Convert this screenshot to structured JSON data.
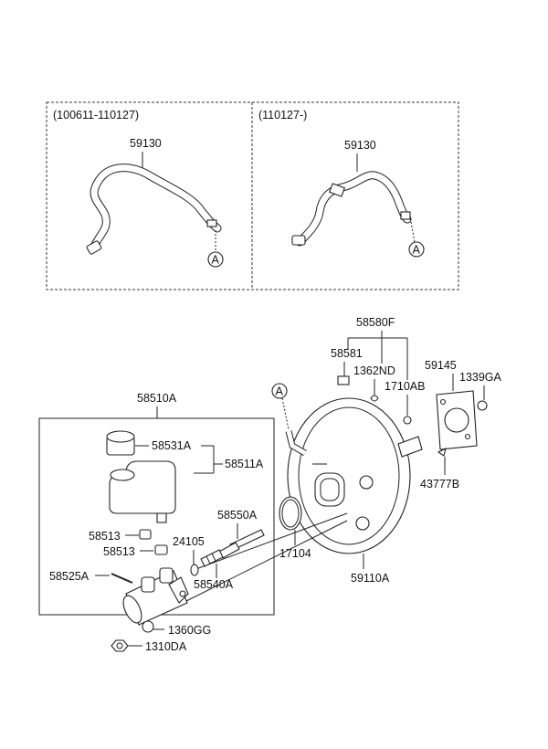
{
  "variants": [
    {
      "range": "(100611-110127)",
      "hose_part": "59130",
      "ref": "A"
    },
    {
      "range": "(110127-)",
      "hose_part": "59130",
      "ref": "A"
    }
  ],
  "booster": {
    "ref": "A",
    "assembly": "58580F",
    "p58581": "58581",
    "p1362ND": "1362ND",
    "p1710AB": "1710AB",
    "p59145": "59145",
    "p1339GA": "1339GA",
    "p43777B": "43777B",
    "p17104": "17104",
    "p59110A": "59110A"
  },
  "master_cylinder": {
    "assembly": "58510A",
    "p58531A": "58531A",
    "p58511A": "58511A",
    "p58513a": "58513",
    "p58513b": "58513",
    "p24105": "24105",
    "p58550A": "58550A",
    "p58540A": "58540A",
    "p58525A": "58525A",
    "p1360GG": "1360GG",
    "p1310DA": "1310DA"
  }
}
